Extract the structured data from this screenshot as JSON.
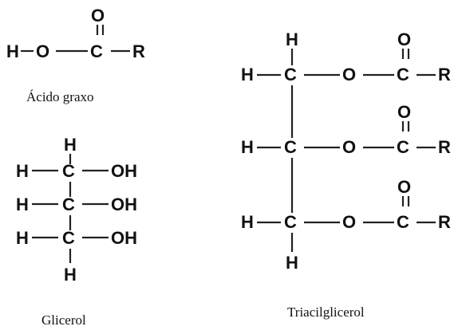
{
  "atoms": {
    "H": "H",
    "O": "O",
    "C": "C",
    "R": "R",
    "OH": "OH"
  },
  "captions": {
    "acido_graxo": "Ácido graxo",
    "glicerol": "Glicerol",
    "triacilglicerol": "Triacilglicerol"
  }
}
